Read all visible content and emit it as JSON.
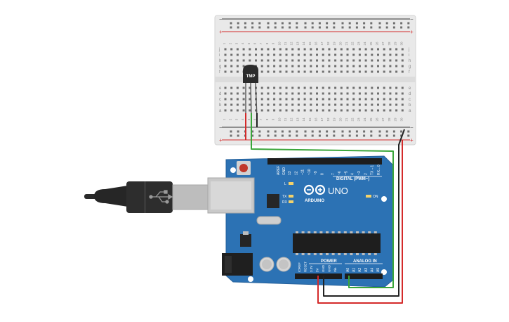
{
  "breadboard": {
    "row_letters_top": [
      "j",
      "i",
      "h",
      "g",
      "f"
    ],
    "row_letters_bottom": [
      "e",
      "d",
      "c",
      "b",
      "a"
    ],
    "rail_minus": "−",
    "rail_plus": "+",
    "column_count": 30
  },
  "sensor": {
    "label": "TMP"
  },
  "arduino": {
    "board_name": "ARDUINO",
    "model": "UNO",
    "digital_label": "DIGITAL (PWM~)",
    "power_label": "POWER",
    "analog_label": "ANALOG IN",
    "aref": "AREF",
    "gnd": "GND",
    "led_l": "L",
    "led_tx": "TX",
    "led_rx": "RX",
    "led_on": "ON",
    "digital_pins": [
      "13",
      "12",
      "~11",
      "~10",
      "~9",
      "8",
      "7",
      "~6",
      "~5",
      "4",
      "~3",
      "2",
      "TX→1",
      "RX←0"
    ],
    "power_pins": [
      "IOREF",
      "RESET",
      "3.3V",
      "5V",
      "GND",
      "GND",
      "Vin"
    ],
    "analog_pins": [
      "A0",
      "A1",
      "A2",
      "A3",
      "A4",
      "A5"
    ]
  },
  "colors": {
    "board_blue": "#2c72b4",
    "wire_red": "#d42a2a",
    "wire_green": "#3aa63a",
    "wire_black": "#222222",
    "breadboard": "#e9e9e9"
  }
}
